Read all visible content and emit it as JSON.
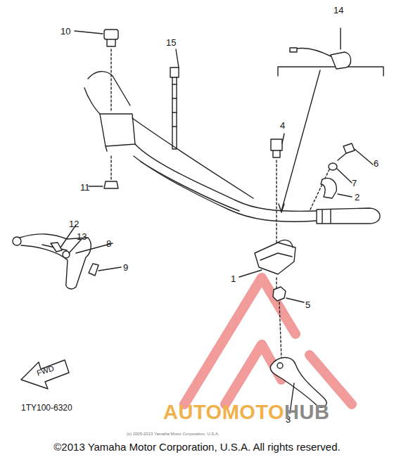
{
  "diagram": {
    "labels": [
      "10",
      "15",
      "14",
      "4",
      "6",
      "7",
      "2",
      "11",
      "12",
      "13",
      "8",
      "9",
      "1",
      "5",
      "3",
      "FWD",
      "1TY100-6320",
      "(c) 2005-2013 Yamaha Motor Corporation, U.S.A.",
      "AUTOMOTO",
      "HUB",
      "©2013 Yamaha Motor Corporation, U.S.A. All rights reserved."
    ]
  }
}
